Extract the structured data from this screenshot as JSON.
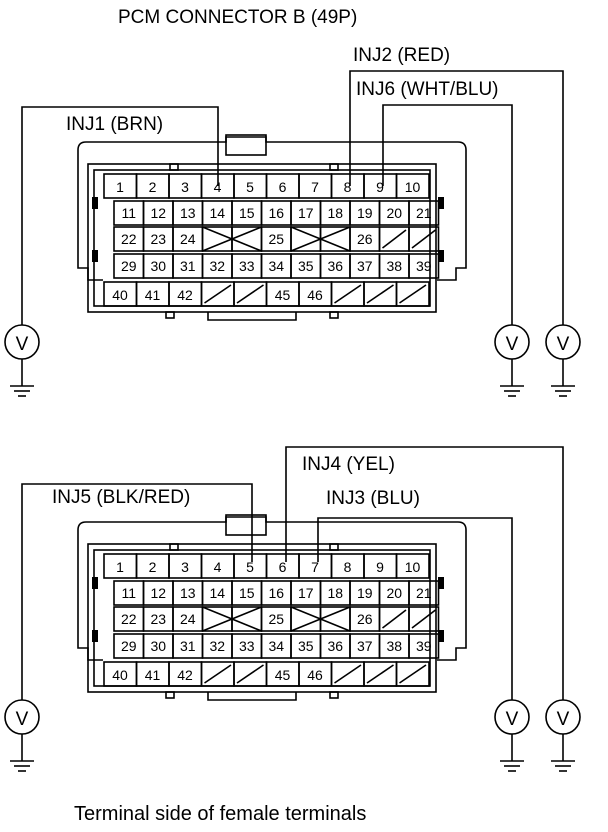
{
  "title": "PCM CONNECTOR B (49P)",
  "footer": "Terminal side of female terminals",
  "diagrams": [
    {
      "labels": [
        "INJ1 (BRN)",
        "INJ2 (RED)",
        "INJ6 (WHT/BLU)"
      ]
    },
    {
      "labels": [
        "INJ4 (YEL)",
        "INJ5 (BLK/RED)",
        "INJ3 (BLU)"
      ]
    }
  ],
  "connector": {
    "row1": [
      "1",
      "2",
      "3",
      "4",
      "5",
      "6",
      "7",
      "8",
      "9",
      "10"
    ],
    "row2": [
      "11",
      "12",
      "13",
      "14",
      "15",
      "16",
      "17",
      "18",
      "19",
      "20",
      "21"
    ],
    "row3": [
      "22",
      "23",
      "24",
      "25",
      "26"
    ],
    "row4": [
      "29",
      "30",
      "31",
      "32",
      "33",
      "34",
      "35",
      "36",
      "37",
      "38",
      "39"
    ],
    "row5": [
      "40",
      "41",
      "42",
      "45",
      "46"
    ]
  },
  "meter_symbol": "V"
}
